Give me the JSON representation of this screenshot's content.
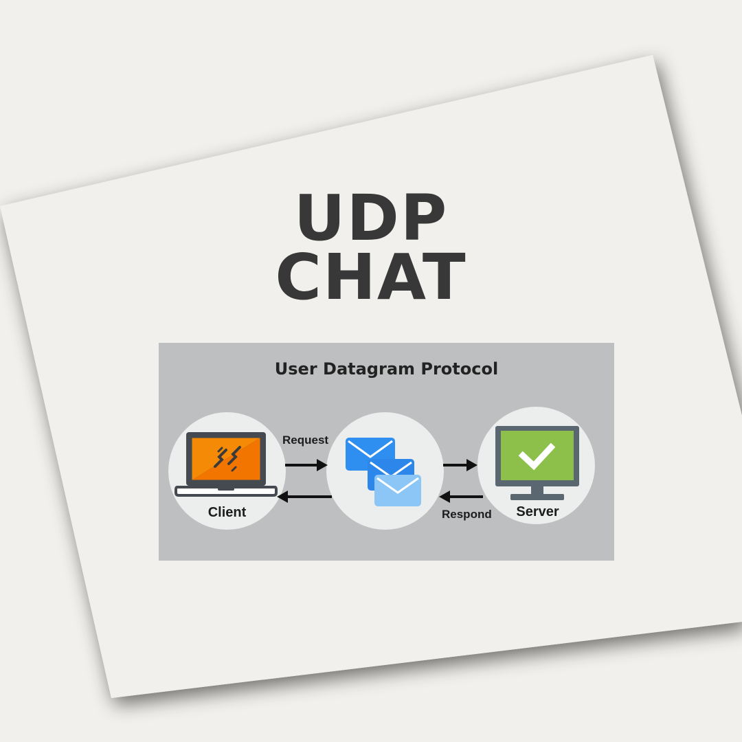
{
  "title": {
    "line1": "UDP",
    "line2": "CHAT"
  },
  "diagram": {
    "title": "User Datagram Protocol",
    "nodes": {
      "client": "Client",
      "server": "Server"
    },
    "edges": {
      "request": "Request",
      "respond": "Respond"
    }
  },
  "colors": {
    "background": "#f1f0ec",
    "title_text": "#383838",
    "diagram_panel": "#bebfc0",
    "node_circle": "#eceeee",
    "laptop_screen_orange": "#f58a07",
    "envelope_blue": "#2f8ff0",
    "envelope_light_blue": "#8cc6f7",
    "monitor_green": "#8cc04b"
  },
  "icons": [
    "laptop-icon",
    "broken-link-icon",
    "envelopes-icon",
    "monitor-icon",
    "checkmark-icon",
    "arrow-right-icon",
    "arrow-left-icon"
  ]
}
